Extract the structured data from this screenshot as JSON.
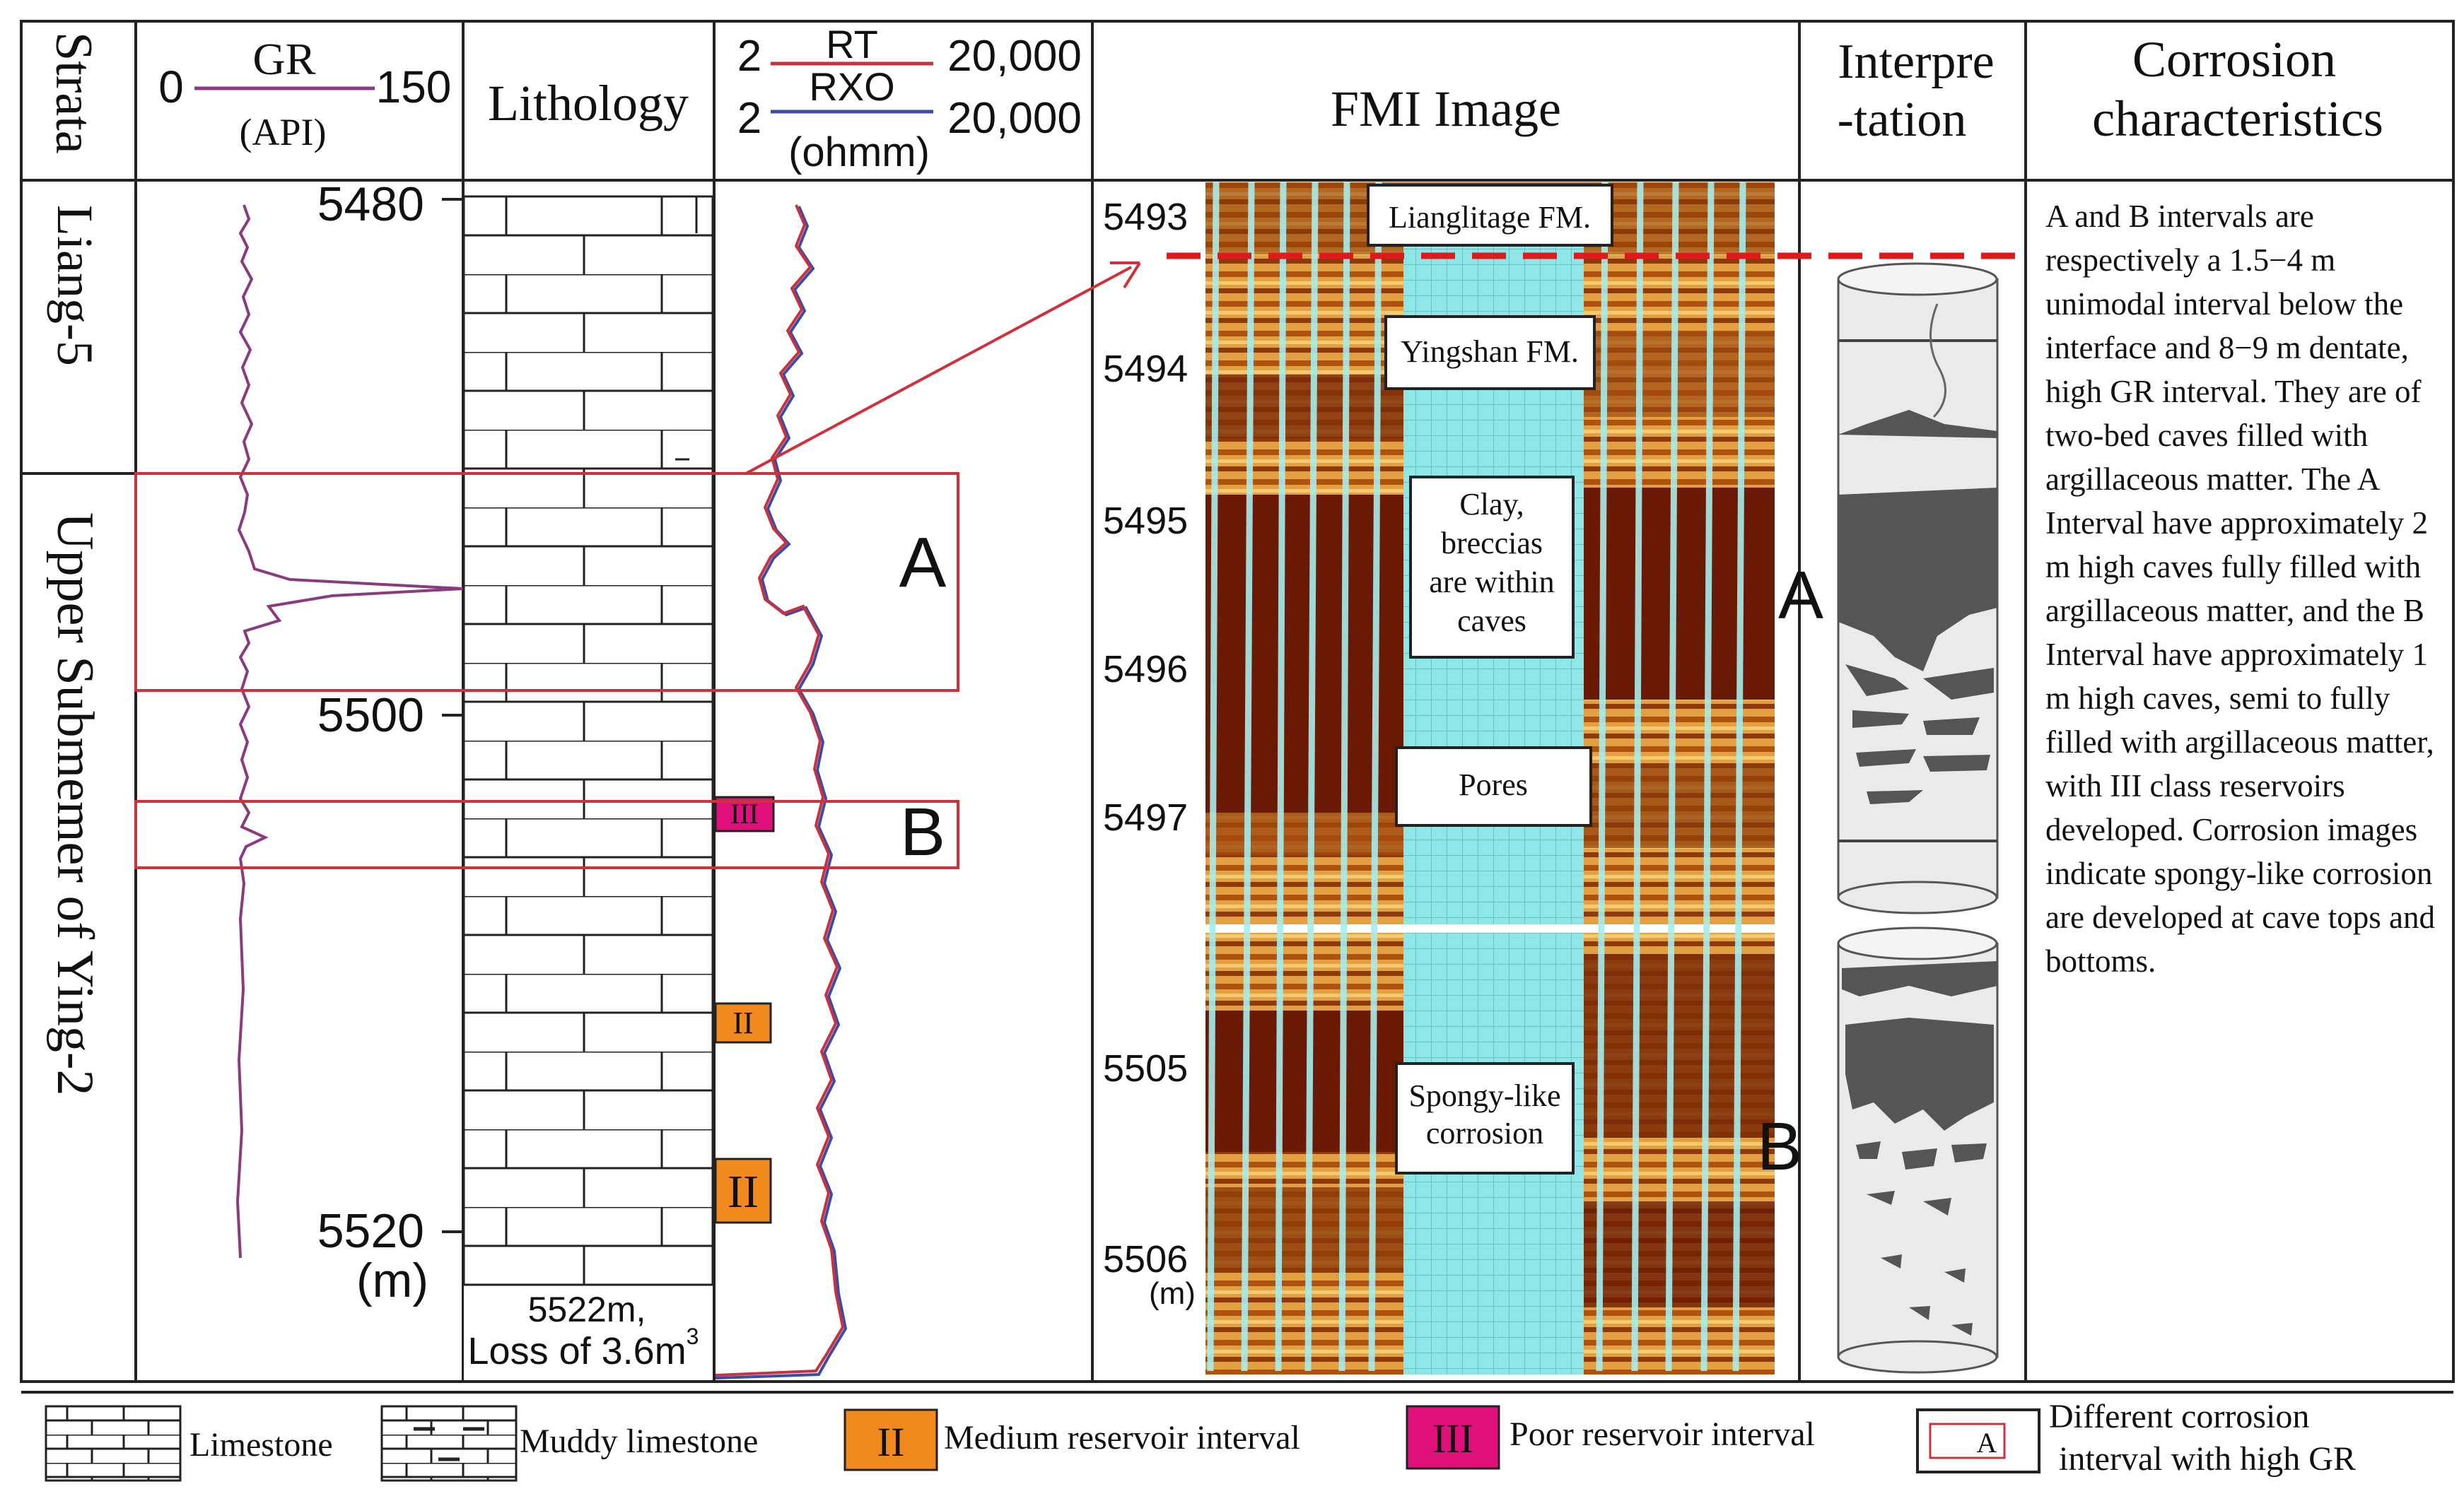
{
  "headers": {
    "strata": "Strata",
    "gr_name": "GR",
    "gr_min": "0",
    "gr_max": "150",
    "gr_unit": "(API)",
    "lithology": "Lithology",
    "rt_name": "RT",
    "rxo_name": "RXO",
    "res_min": "2",
    "res_max": "20,000",
    "res_unit": "(ohmm)",
    "fmi": "FMI Image",
    "interp_line1": "Interpre",
    "interp_line2": "-tation",
    "corr_line1": "Corrosion",
    "corr_line2": "characteristics"
  },
  "strata": {
    "upper": "Liang-5",
    "lower": "Upper Submemer of Ying-2"
  },
  "depth_scale": {
    "d1": "5480",
    "d2": "5500",
    "d3": "5520",
    "unit": "(m)",
    "loss_line1": "5522m,",
    "loss_line2": "Loss of 3.6m",
    "loss_sup": "3"
  },
  "fmi_depths": {
    "d5493": "5493",
    "d5494": "5494",
    "d5495": "5495",
    "d5496": "5496",
    "d5497": "5497",
    "d5505": "5505",
    "d5506": "5506",
    "unit": "(m)"
  },
  "fmi_labels": {
    "lianglitage": "Lianglitage FM.",
    "yingshan": "Yingshan FM.",
    "clay_1": "Clay,",
    "clay_2": "breccias",
    "clay_3": "are within",
    "clay_4": "caves",
    "pores": "Pores",
    "spongy_1": "Spongy-like",
    "spongy_2": "corrosion"
  },
  "intervals": {
    "a": "A",
    "b": "B",
    "class_iii": "III",
    "class_ii": "II"
  },
  "corrosion_text": "A and B intervals are respectively a 1.5−4 m unimodal interval below the interface and 8−9 m dentate, high GR interval. They are of two-bed caves filled with argillaceous matter. The A Interval have approximately 2 m high caves fully filled with argillaceous matter, and the B Interval have approximately 1 m high caves, semi to fully filled with argillaceous matter, with III class reservoirs developed. Corrosion images indicate spongy-like corrosion are developed at cave tops and bottoms.",
  "legend": {
    "limestone": "Limestone",
    "muddy": "Muddy limestone",
    "medium_symbol": "II",
    "medium": "Medium reservoir interval",
    "poor_symbol": "III",
    "poor": "Poor reservoir interval",
    "box_symbol": "A",
    "diff_line1": "Different  corrosion",
    "diff_line2": "interval with high GR"
  },
  "colors": {
    "gr_curve": "#8a3a7e",
    "rt_curve": "#c8323c",
    "rxo_curve": "#3c4aa8",
    "interval_box": "#d0303a",
    "class_iii_fill": "#e0107a",
    "class_ii_fill": "#f08a1e",
    "fmi_orange": "#e3a040",
    "fmi_dark": "#6a1a04",
    "fmi_cyan": "#8ee6e6"
  }
}
